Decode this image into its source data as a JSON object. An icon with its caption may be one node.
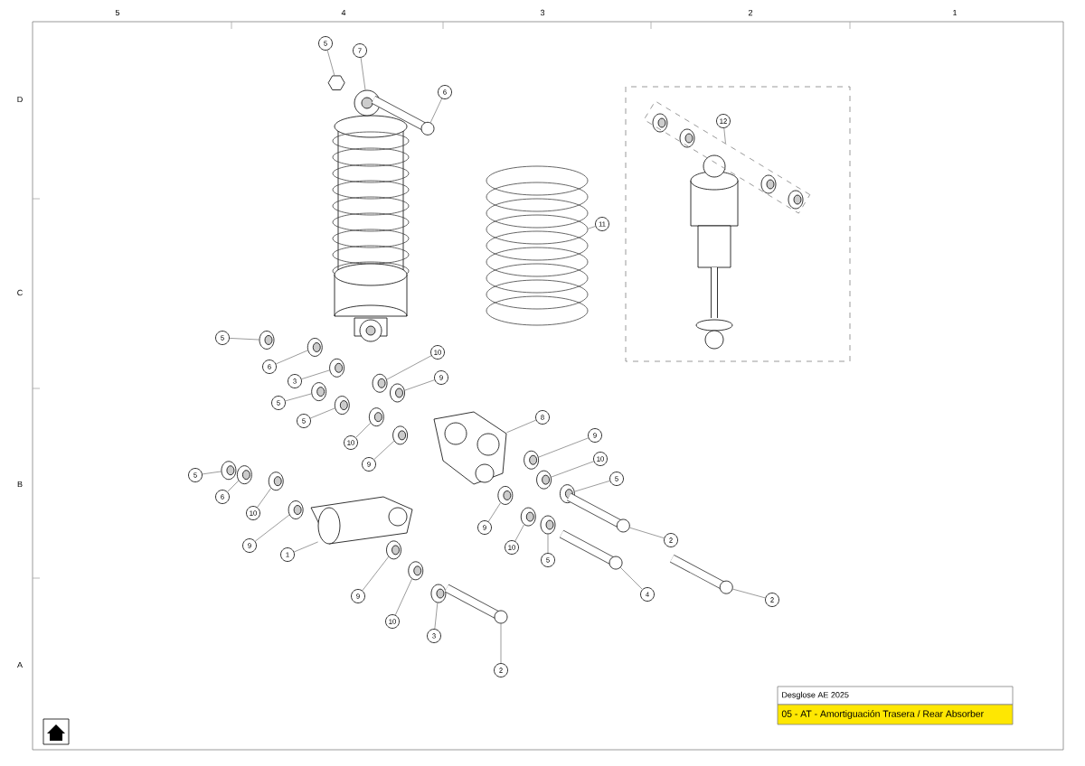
{
  "diagram": {
    "title": "05 - AT - Amortiguación Trasera / Rear Absorber",
    "nodes": [
      {
        "text": [
          "5"
        ]
      },
      {
        "text": [
          "7"
        ]
      },
      {
        "text": [
          "6"
        ]
      },
      {
        "text": [
          "11"
        ]
      },
      {
        "text": [
          "12"
        ]
      },
      {
        "text": [
          "5"
        ]
      },
      {
        "text": [
          "6"
        ]
      },
      {
        "text": [
          "3"
        ]
      },
      {
        "text": [
          "10"
        ]
      },
      {
        "text": [
          "9"
        ]
      },
      {
        "text": [
          "5"
        ]
      },
      {
        "text": [
          "5"
        ]
      },
      {
        "text": [
          "10"
        ]
      },
      {
        "text": [
          "9"
        ]
      },
      {
        "text": [
          "8"
        ]
      },
      {
        "text": [
          "9"
        ]
      },
      {
        "text": [
          "10"
        ]
      },
      {
        "text": [
          "5"
        ]
      },
      {
        "text": [
          "5"
        ]
      },
      {
        "text": [
          "6"
        ]
      },
      {
        "text": [
          "10"
        ]
      },
      {
        "text": [
          "9"
        ]
      },
      {
        "text": [
          "1"
        ]
      },
      {
        "text": [
          "9"
        ]
      },
      {
        "text": [
          "10"
        ]
      },
      {
        "text": [
          "5"
        ]
      },
      {
        "text": [
          "9"
        ]
      },
      {
        "text": [
          "10"
        ]
      },
      {
        "text": [
          "3"
        ]
      },
      {
        "text": [
          "2"
        ]
      },
      {
        "text": [
          "2"
        ]
      },
      {
        "text": [
          "4"
        ]
      },
      {
        "text": [
          "2"
        ]
      },
      {
        "text": [],
        "shape": "picture"
      },
      {
        "text": [],
        "shape": "picture"
      },
      {
        "text": [],
        "shape": "picture"
      },
      {
        "text": [],
        "shape": "picture"
      },
      {
        "text": [],
        "shape": "box"
      },
      {
        "text": [],
        "shape": "picture"
      },
      {
        "text": [],
        "shape": "picture"
      },
      {
        "text": [],
        "shape": "picture"
      },
      {
        "text": [],
        "shape": "picture"
      },
      {
        "text": [],
        "shape": "picture"
      },
      {
        "text": [],
        "shape": "picture"
      },
      {
        "text": [],
        "shape": "picture"
      },
      {
        "text": [],
        "shape": "picture"
      },
      {
        "text": [],
        "shape": "picture"
      },
      {
        "text": [],
        "shape": "picture"
      },
      {
        "text": [],
        "shape": "picture"
      },
      {
        "text": [],
        "shape": "picture"
      },
      {
        "text": [],
        "shape": "picture"
      },
      {
        "text": [],
        "shape": "picture"
      },
      {
        "text": [],
        "shape": "picture"
      },
      {
        "text": [],
        "shape": "picture"
      },
      {
        "text": [],
        "shape": "picture"
      },
      {
        "text": [],
        "shape": "picture"
      },
      {
        "text": [],
        "shape": "picture"
      },
      {
        "text": [],
        "shape": "picture"
      },
      {
        "text": [],
        "shape": "picture"
      },
      {
        "text": [],
        "shape": "picture"
      },
      {
        "text": [],
        "shape": "picture"
      },
      {
        "text": [],
        "shape": "picture"
      },
      {
        "text": [],
        "shape": "picture"
      },
      {
        "text": [],
        "shape": "picture"
      },
      {
        "text": [],
        "shape": "picture"
      },
      {
        "text": [],
        "shape": "picture"
      }
    ],
    "edges": [
      {
        "from": 0,
        "to": 33,
        "arrow": "none"
      },
      {
        "from": 1,
        "to": 34,
        "arrow": "none"
      },
      {
        "from": 2,
        "to": 35,
        "arrow": "none"
      },
      {
        "from": 3,
        "to": 36,
        "arrow": "none"
      },
      {
        "from": 4,
        "to": 37,
        "arrow": "none"
      },
      {
        "from": 5,
        "to": 38,
        "arrow": "none"
      },
      {
        "from": 6,
        "to": 39,
        "arrow": "none"
      },
      {
        "from": 7,
        "to": 40,
        "arrow": "none"
      },
      {
        "from": 8,
        "to": 41,
        "arrow": "none"
      },
      {
        "from": 9,
        "to": 42,
        "arrow": "none"
      },
      {
        "from": 10,
        "to": 43,
        "arrow": "none"
      },
      {
        "from": 11,
        "to": 44,
        "arrow": "none"
      },
      {
        "from": 12,
        "to": 45,
        "arrow": "none"
      },
      {
        "from": 13,
        "to": 46,
        "arrow": "none"
      },
      {
        "from": 14,
        "to": 47,
        "arrow": "none"
      },
      {
        "from": 15,
        "to": 48,
        "arrow": "none"
      },
      {
        "from": 16,
        "to": 49,
        "arrow": "none"
      },
      {
        "from": 17,
        "to": 50,
        "arrow": "none"
      },
      {
        "from": 18,
        "to": 51,
        "arrow": "none"
      },
      {
        "from": 19,
        "to": 52,
        "arrow": "none"
      },
      {
        "from": 20,
        "to": 53,
        "arrow": "none"
      },
      {
        "from": 21,
        "to": 54,
        "arrow": "none"
      },
      {
        "from": 22,
        "to": 55,
        "arrow": "none"
      },
      {
        "from": 23,
        "to": 56,
        "arrow": "none"
      },
      {
        "from": 24,
        "to": 57,
        "arrow": "none"
      },
      {
        "from": 25,
        "to": 58,
        "arrow": "none"
      },
      {
        "from": 26,
        "to": 59,
        "arrow": "none"
      },
      {
        "from": 27,
        "to": 60,
        "arrow": "none"
      },
      {
        "from": 28,
        "to": 61,
        "arrow": "none"
      },
      {
        "from": 29,
        "to": 62,
        "arrow": "none"
      },
      {
        "from": 30,
        "to": 63,
        "arrow": "none"
      },
      {
        "from": 31,
        "to": 64,
        "arrow": "none"
      },
      {
        "from": 32,
        "to": 65,
        "arrow": "none"
      }
    ],
    "labels": [
      "5",
      "4",
      "3",
      "2",
      "1",
      "D",
      "C",
      "B",
      "A",
      "Desglose AE 2025"
    ]
  }
}
